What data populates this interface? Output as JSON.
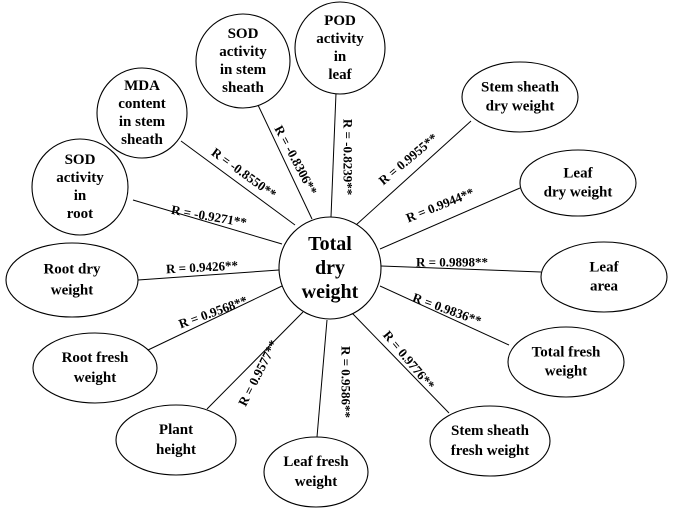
{
  "center": {
    "lines": [
      "Total",
      "dry",
      "weight"
    ]
  },
  "nodes": [
    {
      "id": "sod-root",
      "lines": [
        "SOD",
        "activity",
        "in",
        "root"
      ],
      "r": "R = -0.9271**"
    },
    {
      "id": "mda-stem-sheath",
      "lines": [
        "MDA",
        "content",
        "in stem",
        "sheath"
      ],
      "r": "R = -0.8550**"
    },
    {
      "id": "sod-stem-sheath",
      "lines": [
        "SOD",
        "activity",
        "in stem",
        "sheath"
      ],
      "r": "R = -0.8306**"
    },
    {
      "id": "pod-leaf",
      "lines": [
        "POD",
        "activity",
        "in",
        "leaf"
      ],
      "r": "R = -0.8239**"
    },
    {
      "id": "stem-sheath-dry",
      "lines": [
        "Stem sheath",
        "dry weight"
      ],
      "r": "R = 0.9955**"
    },
    {
      "id": "leaf-dry",
      "lines": [
        "Leaf",
        "dry weight"
      ],
      "r": "R = 0.9944**"
    },
    {
      "id": "leaf-area",
      "lines": [
        "Leaf",
        "area"
      ],
      "r": "R = 0.9898**"
    },
    {
      "id": "total-fresh",
      "lines": [
        "Total fresh",
        "weight"
      ],
      "r": "R = 0.9836**"
    },
    {
      "id": "stem-sheath-fresh",
      "lines": [
        "Stem sheath",
        "fresh weight"
      ],
      "r": "R = 0.9776**"
    },
    {
      "id": "leaf-fresh",
      "lines": [
        "Leaf fresh",
        "weight"
      ],
      "r": "R = 0.9586**"
    },
    {
      "id": "plant-height",
      "lines": [
        "Plant",
        "height"
      ],
      "r": "R = 0.9577**"
    },
    {
      "id": "root-fresh",
      "lines": [
        "Root fresh",
        "weight"
      ],
      "r": "R = 0.9568**"
    },
    {
      "id": "root-dry",
      "lines": [
        "Root dry",
        "weight"
      ],
      "r": "R = 0.9426**"
    }
  ]
}
